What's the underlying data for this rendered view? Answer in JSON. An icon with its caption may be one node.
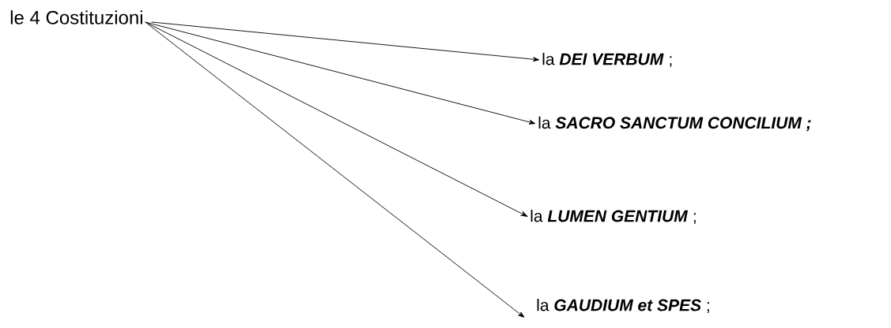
{
  "diagram": {
    "nodes": [
      {
        "text": [
          "le 4 Costituzioni"
        ]
      },
      {
        "text": [
          "la **DEI VERBUM** ;"
        ]
      },
      {
        "text": [
          "la **SACRO SANCTUM CONCILIUM ;**"
        ]
      },
      {
        "text": [
          "la **LUMEN GENTIUM** ;"
        ]
      },
      {
        "text": [
          "la **GAUDIUM et SPES** ;"
        ]
      }
    ],
    "edges": [
      {
        "from": 0,
        "to": 1,
        "arrow": "to"
      },
      {
        "from": 0,
        "to": 2,
        "arrow": "to"
      },
      {
        "from": 0,
        "to": 3,
        "arrow": "to"
      },
      {
        "from": 0,
        "to": 4,
        "arrow": "to"
      }
    ]
  }
}
